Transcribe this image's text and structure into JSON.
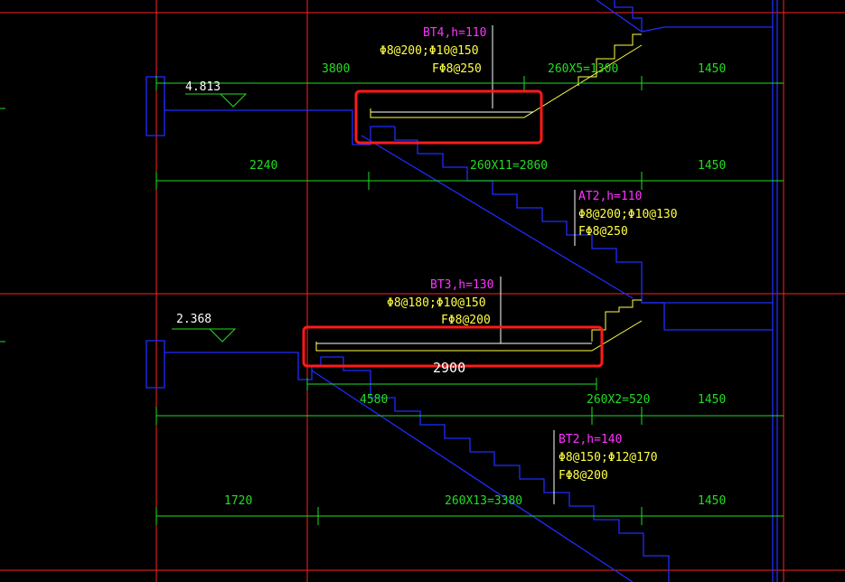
{
  "colors": {
    "background": "#000000",
    "grid_axis": "#ff2020",
    "structure": "#1e2cff",
    "dimension": "#22dd22",
    "label_annotation": "#ffff44",
    "slab_id": "#ff33ff",
    "leader": "#ffffff",
    "highlight_box": "#ff1a1a"
  },
  "level_marks": {
    "upper": "4.813",
    "lower": "2.368"
  },
  "slabs": {
    "bt4": {
      "title": "BT4,h=110",
      "rebar_1": "Φ8@200;Φ10@150",
      "rebar_2": "FΦ8@250"
    },
    "at2": {
      "title": "AT2,h=110",
      "rebar_1": "Φ8@200;Φ10@130",
      "rebar_2": "FΦ8@250"
    },
    "bt3": {
      "title": "BT3,h=130",
      "rebar_1": "Φ8@180;Φ10@150",
      "rebar_2": "FΦ8@200"
    },
    "bt2": {
      "title": "BT2,h=140",
      "rebar_1": "Φ8@150;Φ12@170",
      "rebar_2": "FΦ8@200"
    }
  },
  "dimensions": {
    "row1": {
      "a": "3800",
      "b": "260X5=1300",
      "c": "1450"
    },
    "row2": {
      "a": "2240",
      "b": "260X11=2860",
      "c": "1450"
    },
    "row3": {
      "a": "2900"
    },
    "row4": {
      "a": "4580",
      "b": "260X2=520",
      "c": "1450"
    },
    "row5": {
      "a": "1720",
      "b": "260X13=3380",
      "c": "1450"
    }
  }
}
